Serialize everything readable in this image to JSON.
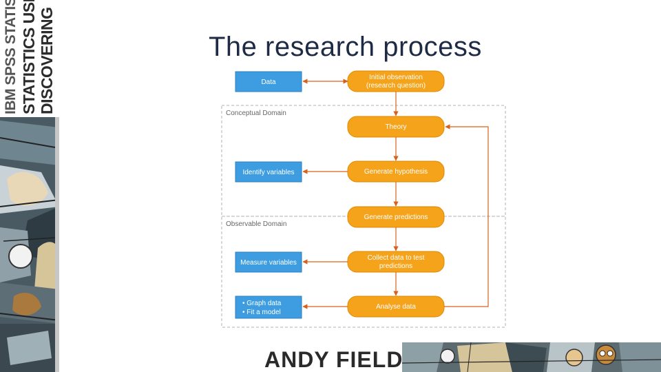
{
  "slide": {
    "title": "The research process",
    "author": "ANDY FIELD"
  },
  "branding": {
    "line1": "DISCOVERING",
    "line2": "STATISTICS USING",
    "line3": "IBM SPSS STATISTICS"
  },
  "diagram": {
    "domains": {
      "conceptual": "Conceptual Domain",
      "observable": "Observable Domain"
    },
    "orange_steps": {
      "initial_line1": "Initial observation",
      "initial_line2": "(research question)",
      "theory": "Theory",
      "hypothesis": "Generate hypothesis",
      "predictions": "Generate predictions",
      "collect_line1": "Collect data to test",
      "collect_line2": "predictions",
      "analyse": "Analyse data"
    },
    "blue_steps": {
      "data": "Data",
      "identify": "Identify variables",
      "measure": "Measure variables",
      "graph": "•  Graph data",
      "fit": "•  Fit a model"
    },
    "colors": {
      "orange": "#f5a31a",
      "orange_border": "#e08a00",
      "blue": "#3d9de0",
      "blue_border": "#2a7fc0",
      "arrow": "#d9601c",
      "dashed": "#b0b0b0"
    }
  }
}
